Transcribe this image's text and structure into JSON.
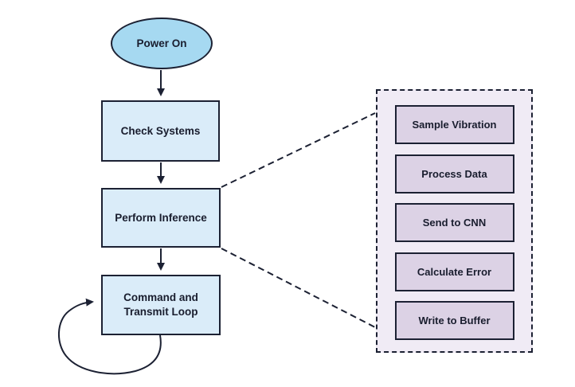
{
  "colors": {
    "background": "#ffffff",
    "node_border": "#1c2133",
    "ellipse_fill": "#a6d9f1",
    "process_fill": "#daecf9",
    "panel_fill": "#f0ebf5",
    "item_fill": "#dcd2e5",
    "text": "#191d2e",
    "connector": "#1c2133"
  },
  "flowchart": {
    "nodes": {
      "start": "Power On",
      "check": "Check Systems",
      "inference": "Perform Inference",
      "command": "Command and Transmit Loop"
    },
    "detail_panel": {
      "items": [
        {
          "label": "Sample Vibration"
        },
        {
          "label": "Process Data"
        },
        {
          "label": "Send to CNN"
        },
        {
          "label": "Calculate Error"
        },
        {
          "label": "Write to Buffer"
        }
      ]
    }
  }
}
